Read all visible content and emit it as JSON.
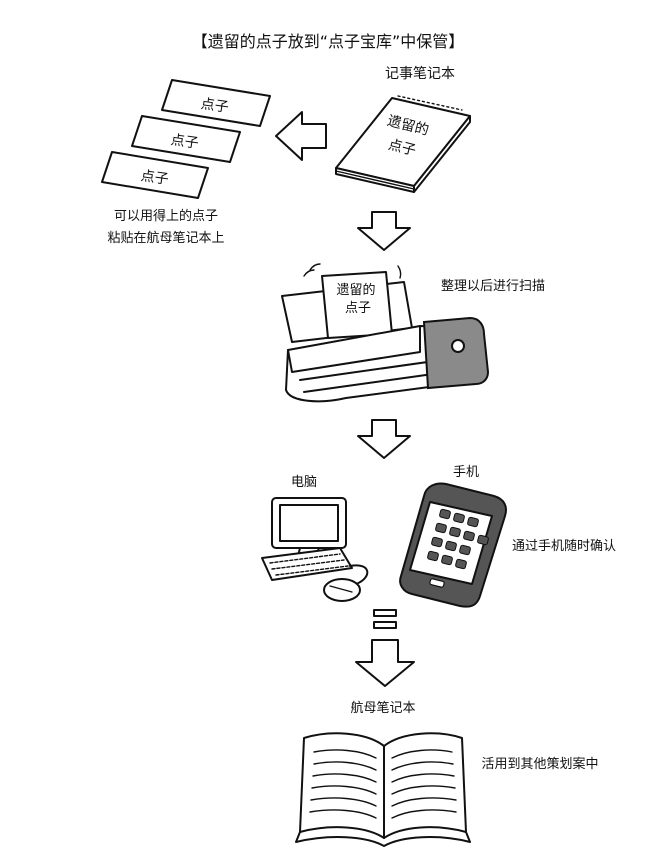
{
  "title": "【遗留的点子放到“点子宝库”中保管】",
  "notebook": {
    "label": "记事笔记本",
    "cover_line1": "遗留的",
    "cover_line2": "点子"
  },
  "idea_cards": [
    "点子",
    "点子",
    "点子"
  ],
  "paste_note": {
    "line1": "可以用得上的点子",
    "line2": "粘贴在航母笔记本上"
  },
  "scanner": {
    "label": "整理以后进行扫描",
    "paper_line1": "遗留的",
    "paper_line2": "点子"
  },
  "computer": {
    "label": "电脑"
  },
  "phone": {
    "label": "手机",
    "note": "通过手机随时确认"
  },
  "carrier_notebook": {
    "label": "航母笔记本",
    "note": "活用到其他策划案中"
  },
  "icons": {
    "arrow_left": "hollow-arrow-left-icon",
    "arrow_down": "hollow-arrow-down-icon",
    "equals": "equals-icon"
  },
  "colors": {
    "ink": "#111111",
    "scanner_accent": "#8a8a8a",
    "background": "#ffffff"
  }
}
